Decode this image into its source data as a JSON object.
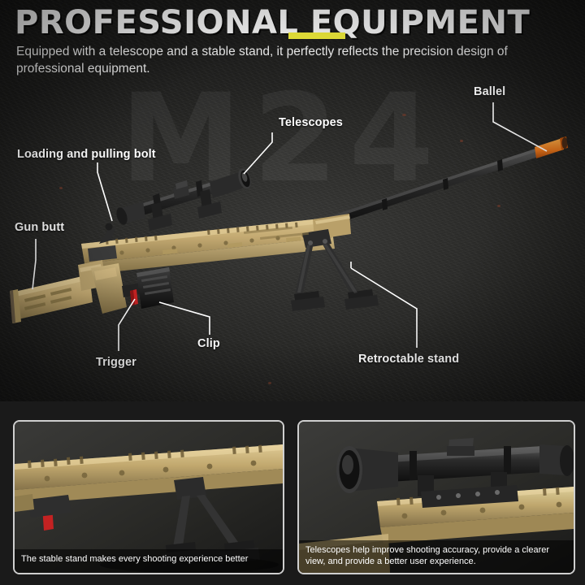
{
  "hero": {
    "headline": "PROFESSIONAL EQUIPMENT",
    "subhead": "Equipped with a telescope and a stable stand, it perfectly reflects the precision design of professional equipment.",
    "watermark": "M24",
    "accent_color": "#ebe73a"
  },
  "callouts": [
    {
      "id": "ballel",
      "label": "Ballel"
    },
    {
      "id": "telescopes",
      "label": "Telescopes"
    },
    {
      "id": "loading-and-pulling-bolt",
      "label": "Loading and pulling bolt"
    },
    {
      "id": "gun-butt",
      "label": "Gun butt"
    },
    {
      "id": "trigger",
      "label": "Trigger"
    },
    {
      "id": "clip",
      "label": "Clip"
    },
    {
      "id": "retroctable-stand",
      "label": "Retroctable stand"
    }
  ],
  "cards": [
    {
      "id": "stable-stand",
      "caption": "The stable stand makes every shooting experience better"
    },
    {
      "id": "telescope",
      "caption": "Telescopes help improve shooting accuracy, provide a clearer view, and provide a better user experience."
    }
  ]
}
